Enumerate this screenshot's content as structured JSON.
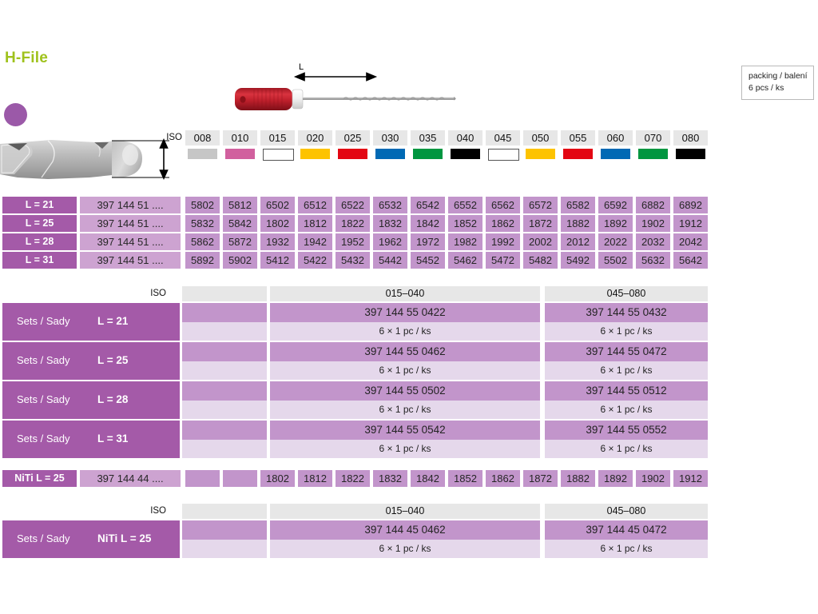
{
  "title": "H-File",
  "packing": {
    "line1": "packing / balení",
    "line2": "6 pcs / ks"
  },
  "diagram": {
    "length_label": "L"
  },
  "iso": {
    "label": "ISO",
    "sizes": [
      "008",
      "010",
      "015",
      "020",
      "025",
      "030",
      "035",
      "040",
      "045",
      "050",
      "055",
      "060",
      "070",
      "080"
    ],
    "colors": [
      "#c6c6c6",
      "#d1609e",
      "#ffffff",
      "#fdc300",
      "#e30613",
      "#0069b4",
      "#009640",
      "#000000",
      "#ffffff",
      "#fdc300",
      "#e30613",
      "#0069b4",
      "#009640",
      "#000000"
    ],
    "outlined": [
      false,
      false,
      true,
      false,
      false,
      false,
      false,
      false,
      true,
      false,
      false,
      false,
      false,
      false
    ]
  },
  "main_table": {
    "rows": [
      {
        "length": "L = 21",
        "code": "397 144 51 ....",
        "values": [
          "5802",
          "5812",
          "6502",
          "6512",
          "6522",
          "6532",
          "6542",
          "6552",
          "6562",
          "6572",
          "6582",
          "6592",
          "6882",
          "6892"
        ]
      },
      {
        "length": "L = 25",
        "code": "397 144 51 ....",
        "values": [
          "5832",
          "5842",
          "1802",
          "1812",
          "1822",
          "1832",
          "1842",
          "1852",
          "1862",
          "1872",
          "1882",
          "1892",
          "1902",
          "1912"
        ]
      },
      {
        "length": "L = 28",
        "code": "397 144 51 ....",
        "values": [
          "5862",
          "5872",
          "1932",
          "1942",
          "1952",
          "1962",
          "1972",
          "1982",
          "1992",
          "2002",
          "2012",
          "2022",
          "2032",
          "2042"
        ]
      },
      {
        "length": "L = 31",
        "code": "397 144 51 ....",
        "values": [
          "5892",
          "5902",
          "5412",
          "5422",
          "5432",
          "5442",
          "5452",
          "5462",
          "5472",
          "5482",
          "5492",
          "5502",
          "5632",
          "5642"
        ]
      }
    ]
  },
  "sets_section": {
    "iso_label": "ISO",
    "range_left": "015–040",
    "range_right": "045–080",
    "rows": [
      {
        "prefix": "Sets / Sady",
        "length": "L = 21",
        "left_code": "397 144 55 0422",
        "left_qty": "6 × 1 pc / ks",
        "right_code": "397 144 55 0432",
        "right_qty": "6 × 1 pc / ks"
      },
      {
        "prefix": "Sets / Sady",
        "length": "L = 25",
        "left_code": "397 144 55 0462",
        "left_qty": "6 × 1 pc / ks",
        "right_code": "397 144 55 0472",
        "right_qty": "6 × 1 pc / ks"
      },
      {
        "prefix": "Sets / Sady",
        "length": "L = 28",
        "left_code": "397 144 55 0502",
        "left_qty": "6 × 1 pc / ks",
        "right_code": "397 144 55 0512",
        "right_qty": "6 × 1 pc / ks"
      },
      {
        "prefix": "Sets / Sady",
        "length": "L = 31",
        "left_code": "397 144 55 0542",
        "left_qty": "6 × 1 pc / ks",
        "right_code": "397 144 55 0552",
        "right_qty": "6 × 1 pc / ks"
      }
    ]
  },
  "niti_row": {
    "length": "NiTi L = 25",
    "code": "397 144 44 ....",
    "values": [
      "",
      "",
      "1802",
      "1812",
      "1822",
      "1832",
      "1842",
      "1852",
      "1862",
      "1872",
      "1882",
      "1892",
      "1902",
      "1912"
    ]
  },
  "niti_sets_section": {
    "iso_label": "ISO",
    "range_left": "015–040",
    "range_right": "045–080",
    "rows": [
      {
        "prefix": "Sets / Sady",
        "length": "NiTi L = 25",
        "left_code": "397 144 45 0462",
        "left_qty": "6 × 1 pc / ks",
        "right_code": "397 144 45 0472",
        "right_qty": "6 × 1 pc / ks"
      }
    ]
  },
  "theme": {
    "accent_green": "#9fc21c",
    "dot_purple": "#9b59a8",
    "label_purple": "#a45aa8",
    "cell_purple": "#c295cb",
    "code_purple": "#cda3d1",
    "light_purple": "#e5d8eb",
    "header_grey": "#e7e7e7"
  }
}
